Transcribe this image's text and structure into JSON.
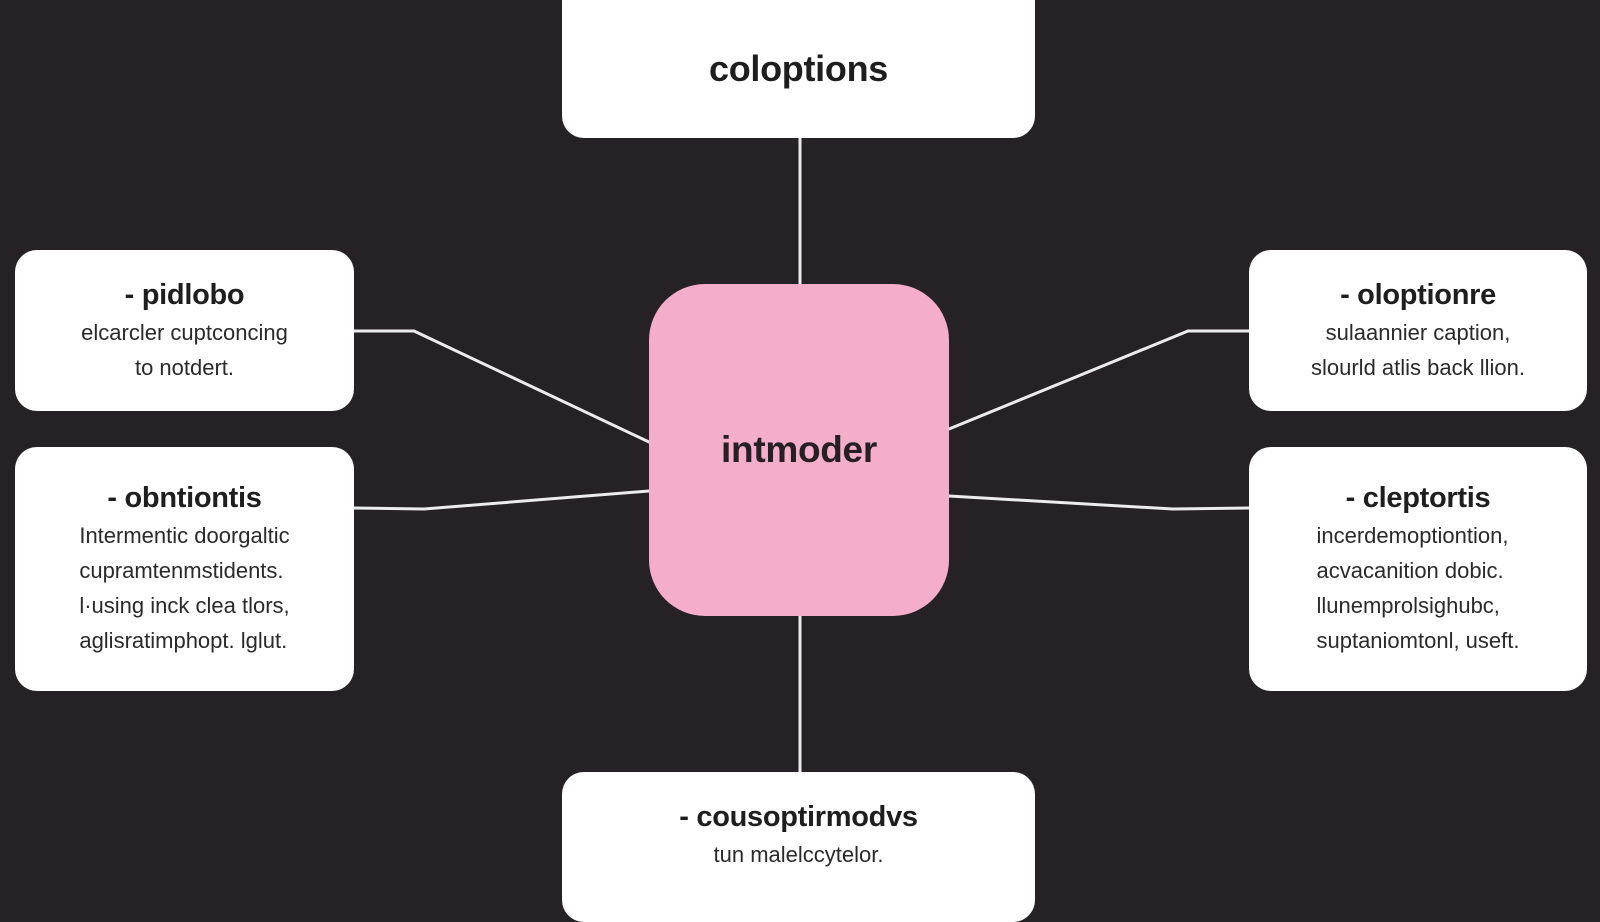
{
  "diagram": {
    "colors": {
      "background": "#252125",
      "card": "#ffffff",
      "center": "#f4aecb",
      "connector": "#ececec"
    },
    "center": {
      "heading": "intmoder"
    },
    "top": {
      "heading": "coloptions"
    },
    "left_1": {
      "heading": "- pidlobo",
      "lines": [
        "elcarcler cuptconcing",
        "to notdert."
      ]
    },
    "left_2": {
      "heading": "- obntiontis",
      "lines": [
        "Intermentic doorgaltic",
        "cupramtenmstidents.",
        "l·using inck clea tlors,",
        "aglisratimphopt. lglut."
      ]
    },
    "right_1": {
      "heading": "- oloptionre",
      "lines": [
        "sulaannier caption,",
        "slourld atlis back llion."
      ]
    },
    "right_2": {
      "heading": "- cleptortis",
      "lines": [
        "incerdemoptiontion,",
        "acvacanition dobic.",
        "llunemprolsighubc,",
        "suptaniomtonl, useft."
      ]
    },
    "bottom": {
      "heading": "- cousoptirmodvs",
      "lines": [
        "tun malelccytelor."
      ]
    }
  }
}
